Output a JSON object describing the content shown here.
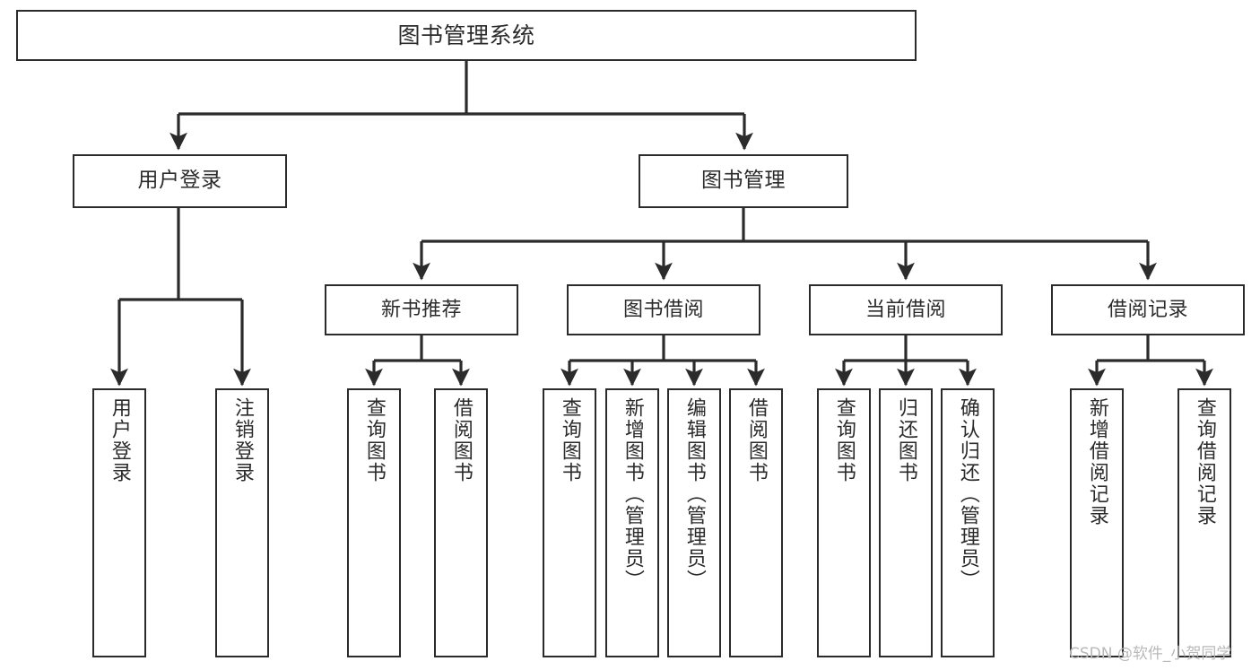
{
  "diagram": {
    "type": "tree",
    "title": "图书管理系统",
    "orientation": "top-down",
    "colors": {
      "stroke": "#2b2b2b",
      "fill": "#ffffff",
      "background": "#ffffff",
      "watermark": "#b9b9b9"
    },
    "nodes": {
      "root": {
        "label": "图书管理系统"
      },
      "level2": [
        {
          "id": "user-login",
          "label": "用户登录"
        },
        {
          "id": "book-manage",
          "label": "图书管理"
        }
      ],
      "level3": [
        {
          "id": "new-book-recommend",
          "label": "新书推荐"
        },
        {
          "id": "book-borrow",
          "label": "图书借阅"
        },
        {
          "id": "current-borrow",
          "label": "当前借阅"
        },
        {
          "id": "borrow-record",
          "label": "借阅记录"
        }
      ],
      "leaves": [
        {
          "id": "leaf-user-login",
          "parent": "user-login",
          "label": "用户登录"
        },
        {
          "id": "leaf-logout",
          "parent": "user-login",
          "label": "注销登录"
        },
        {
          "id": "leaf-query-book-1",
          "parent": "new-book-recommend",
          "label": "查询图书"
        },
        {
          "id": "leaf-borrow-book-1",
          "parent": "new-book-recommend",
          "label": "借阅图书"
        },
        {
          "id": "leaf-query-book-2",
          "parent": "book-borrow",
          "label": "查询图书"
        },
        {
          "id": "leaf-add-book",
          "parent": "book-borrow",
          "label": "新增图书（管理员）"
        },
        {
          "id": "leaf-edit-book",
          "parent": "book-borrow",
          "label": "编辑图书（管理员）"
        },
        {
          "id": "leaf-borrow-book-2",
          "parent": "book-borrow",
          "label": "借阅图书"
        },
        {
          "id": "leaf-query-book-3",
          "parent": "current-borrow",
          "label": "查询图书"
        },
        {
          "id": "leaf-return-book",
          "parent": "current-borrow",
          "label": "归还图书"
        },
        {
          "id": "leaf-confirm-return",
          "parent": "current-borrow",
          "label": "确认归还（管理员）"
        },
        {
          "id": "leaf-add-record",
          "parent": "borrow-record",
          "label": "新增借阅记录"
        },
        {
          "id": "leaf-query-record",
          "parent": "borrow-record",
          "label": "查询借阅记录"
        }
      ]
    },
    "watermark": "CSDN @软件_小贺同学"
  }
}
